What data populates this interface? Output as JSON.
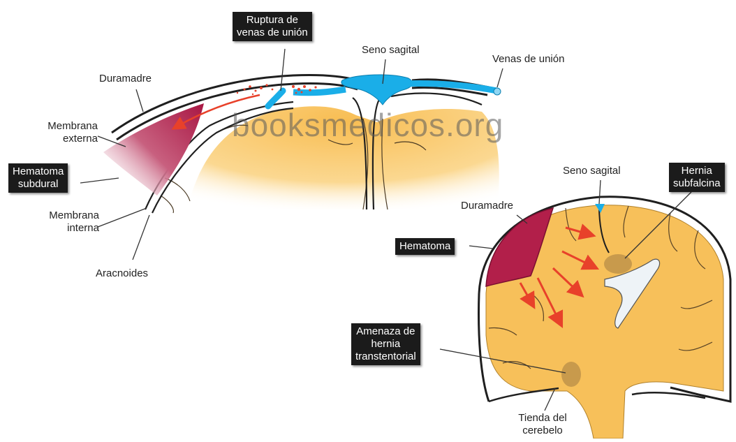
{
  "labels": {
    "ruptura_line1": "Ruptura de",
    "ruptura_line2": "venas de unión",
    "seno_sagital_top": "Seno sagital",
    "venas_union": "Venas de unión",
    "duramadre_top": "Duramadre",
    "membrana_externa_line1": "Membrana",
    "membrana_externa_line2": "externa",
    "hematoma_subdural_line1": "Hematoma",
    "hematoma_subdural_line2": "subdural",
    "membrana_interna_line1": "Membrana",
    "membrana_interna_line2": "interna",
    "aracnoides": "Aracnoides",
    "seno_sagital_bottom": "Seno sagital",
    "hernia_line1": "Hernia",
    "hernia_line2": "subfalcina",
    "duramadre_bottom": "Duramadre",
    "hematoma": "Hematoma",
    "amenaza_line1": "Amenaza de",
    "amenaza_line2": "hernia",
    "amenaza_line3": "transtentorial",
    "tienda_line1": "Tienda del",
    "tienda_line2": "cerebelo"
  },
  "watermark": "booksmedicos.org",
  "colors": {
    "brain": "#f7c05a",
    "brain_light": "#fde6b4",
    "hematoma": "#b21f4a",
    "sinus": "#1aaee8",
    "arrow": "#e8412a",
    "label_box": "#1b1b1b",
    "dura": "#1f1f1f"
  }
}
